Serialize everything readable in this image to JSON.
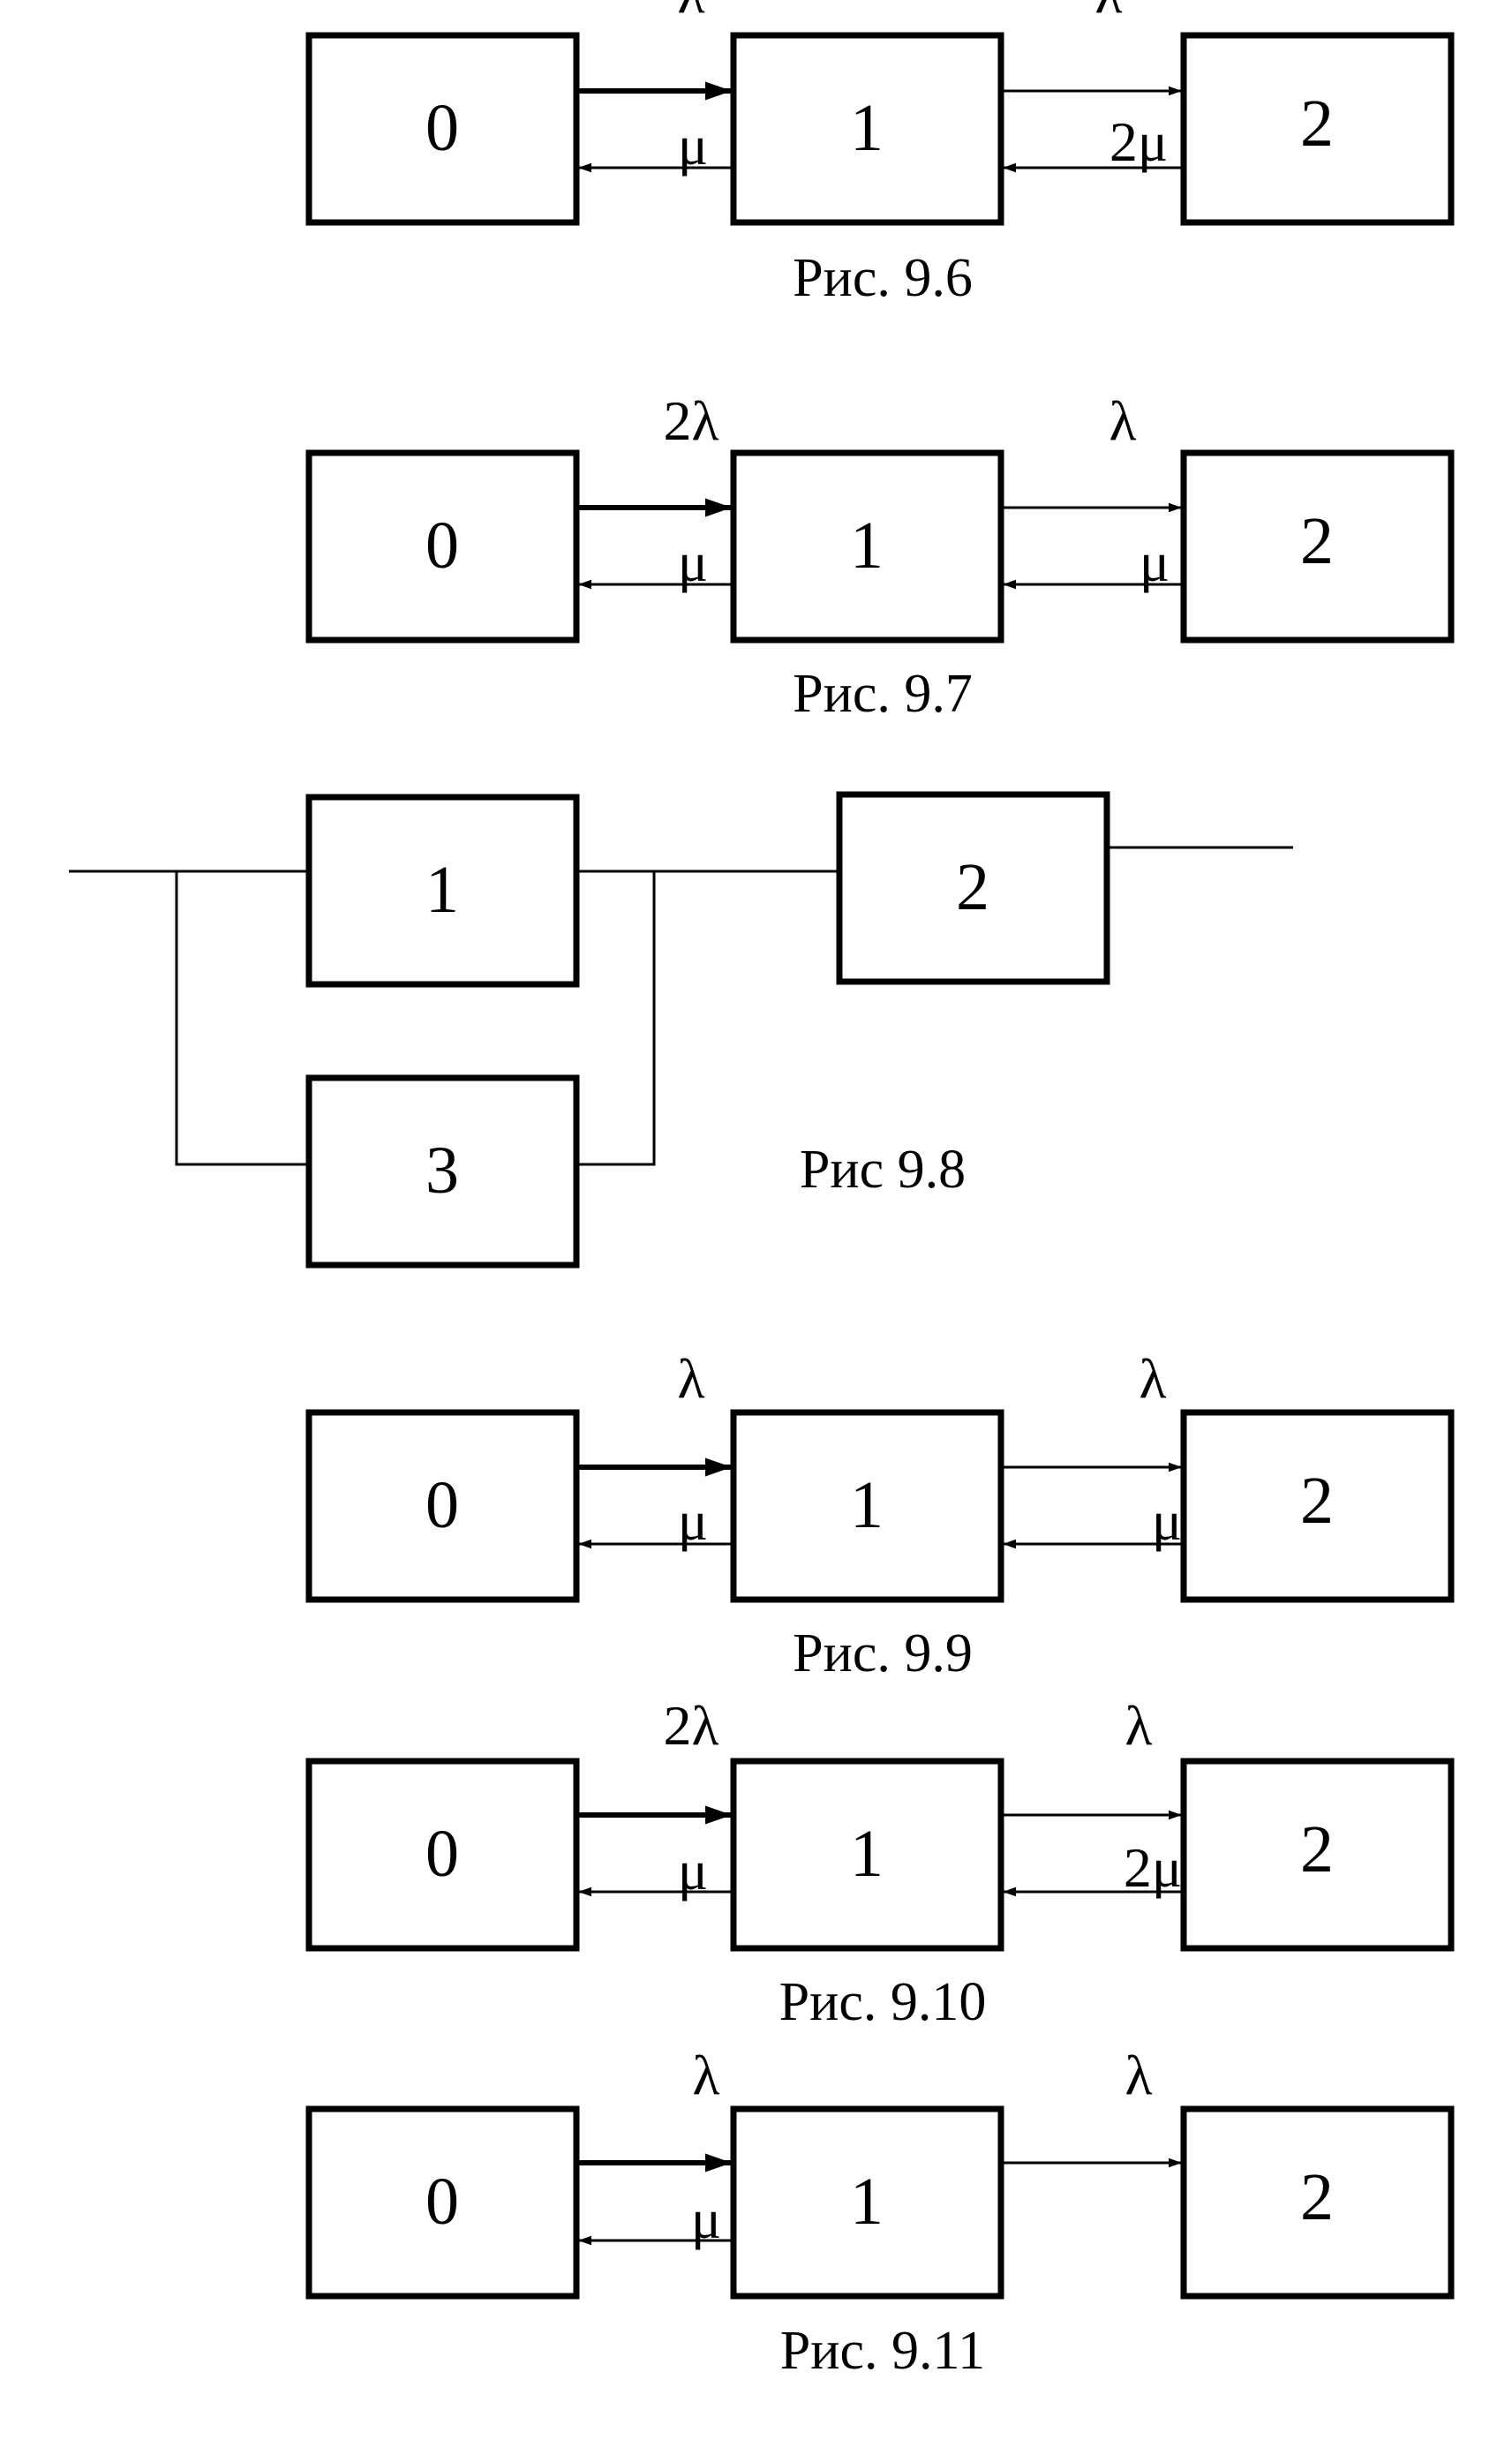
{
  "figures": [
    {
      "caption": "Рис. 9.6",
      "states": [
        "0",
        "1",
        "2"
      ],
      "rates": {
        "f01": "λ",
        "b10": "μ",
        "f12": "λ",
        "b21": "2μ"
      }
    },
    {
      "caption": "Рис. 9.7",
      "states": [
        "0",
        "1",
        "2"
      ],
      "rates": {
        "f01": "2λ",
        "b10": "μ",
        "f12": "λ",
        "b21": "μ"
      }
    },
    {
      "caption": "Рис 9.8",
      "blocks": [
        "1",
        "2",
        "3"
      ]
    },
    {
      "caption": "Рис. 9.9",
      "states": [
        "0",
        "1",
        "2"
      ],
      "rates": {
        "f01": "λ",
        "b10": "μ",
        "f12": "λ",
        "b21": "μ"
      }
    },
    {
      "caption": "Рис. 9.10",
      "states": [
        "0",
        "1",
        "2"
      ],
      "rates": {
        "f01": "2λ",
        "b10": "μ",
        "f12": "λ",
        "b21": "2μ"
      }
    },
    {
      "caption": "Рис. 9.11",
      "states": [
        "0",
        "1",
        "2"
      ],
      "rates": {
        "f01": "λ",
        "b10": "μ",
        "f12": "λ"
      }
    }
  ]
}
